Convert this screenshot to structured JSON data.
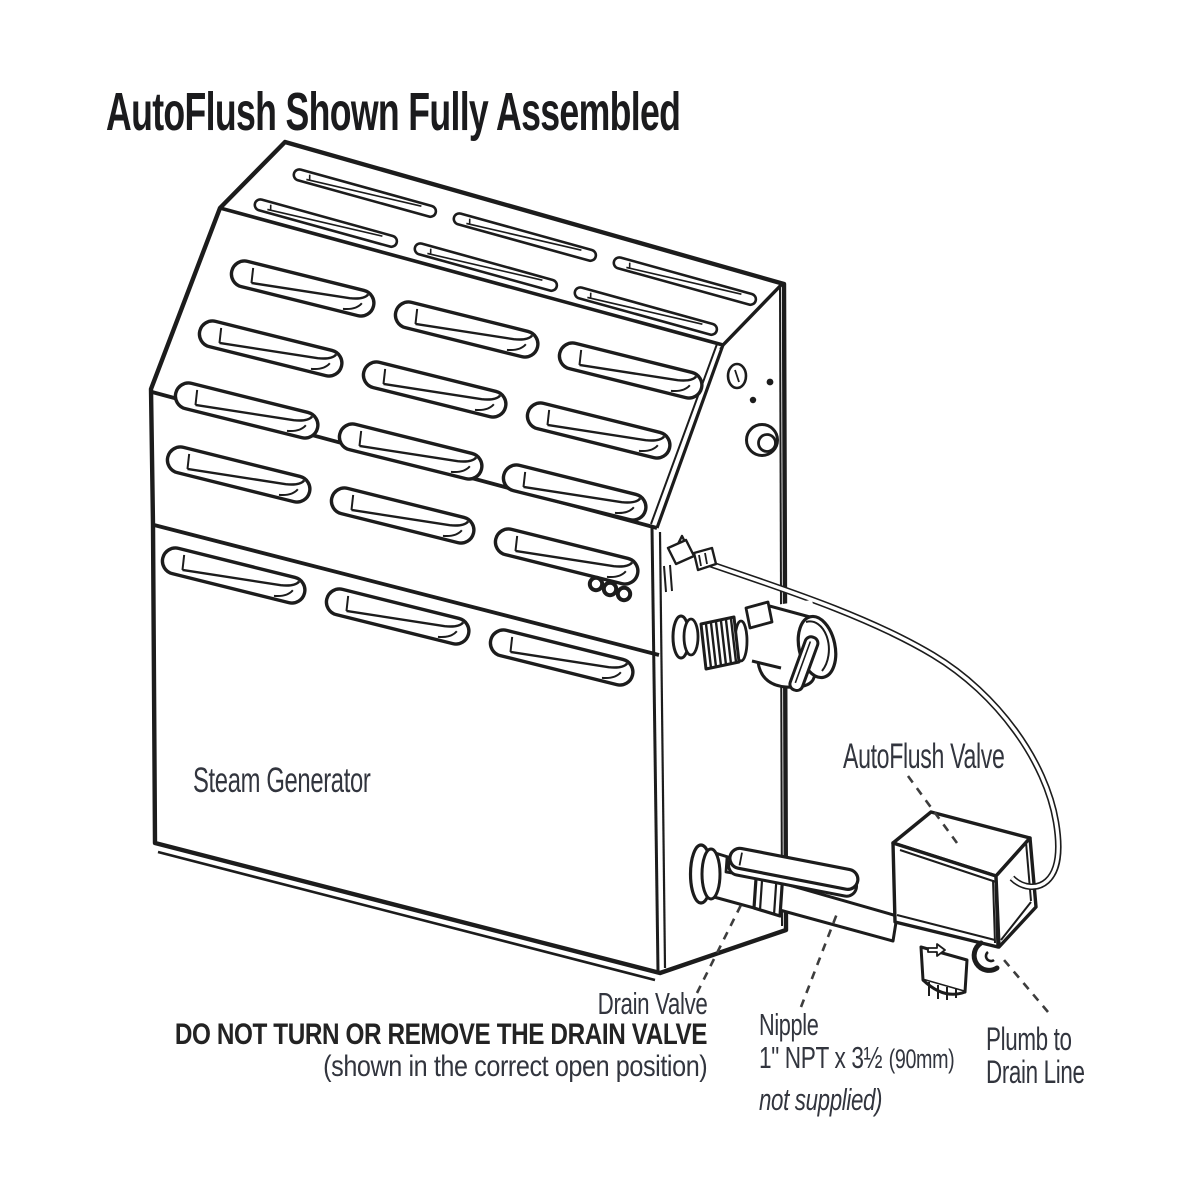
{
  "title": "AutoFlush Shown Fully Assembled",
  "diagram": {
    "steam_generator_label": "Steam Generator",
    "autoflush_valve_label": "AutoFlush Valve",
    "drain_valve_label": "Drain Valve",
    "drain_valve_warning": "DO NOT TURN OR REMOVE THE DRAIN VALVE",
    "drain_valve_note": "(shown in the correct open position)",
    "nipple_label": "Nipple",
    "nipple_spec": "1\" NPT x 3½",
    "nipple_spec_mm": "(90mm)",
    "nipple_note": "not supplied)",
    "plumb_label_line1": "Plumb to",
    "plumb_label_line2": "Drain Line"
  },
  "colors": {
    "ink": "#1c1c1c",
    "label_ink": "#32353e",
    "title_ink": "#1b1b1d",
    "warning_ink": "#232323",
    "background": "#ffffff"
  }
}
